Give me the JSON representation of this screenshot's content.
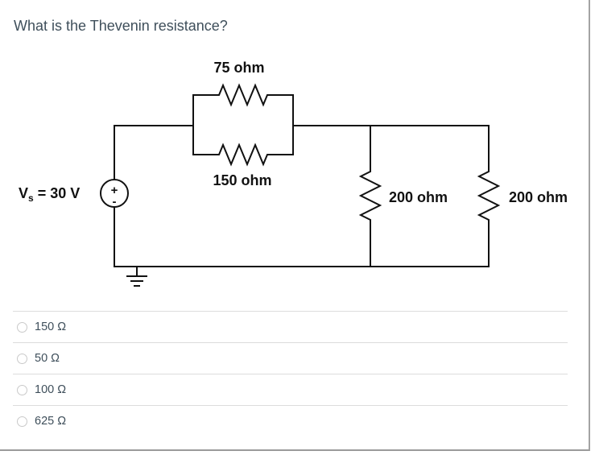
{
  "question": {
    "title": "What is the Thevenin resistance?"
  },
  "circuit": {
    "source": {
      "prefix": "V",
      "sub": "s",
      "suffix": " = 30 V",
      "plus": "+",
      "minus": "-"
    },
    "labels": {
      "top_resistor": "75 ohm",
      "bottom_resistor": "150 ohm",
      "middle_resistor": "200 ohm",
      "right_resistor": "200 ohm"
    }
  },
  "options": [
    {
      "label": "150 Ω"
    },
    {
      "label": "50 Ω"
    },
    {
      "label": "100 Ω"
    },
    {
      "label": "625 Ω"
    }
  ],
  "colors": {
    "title_text": "#3f4f5b",
    "circuit_line": "#111111",
    "divider": "#dcdcdc",
    "outer_border": "#a3a3a3",
    "radio_border": "#c9c9c9"
  }
}
